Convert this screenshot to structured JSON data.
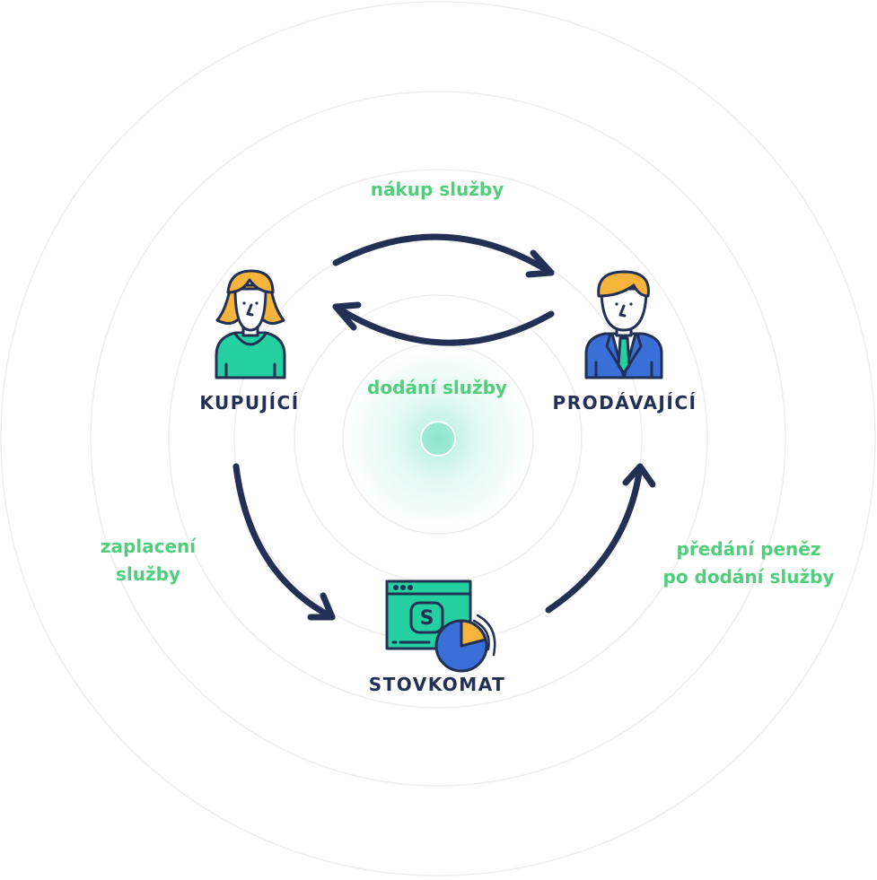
{
  "actors": {
    "buyer": {
      "label": "KUPUJÍCÍ",
      "icon": "woman-avatar-icon"
    },
    "seller": {
      "label": "PRODÁVAJÍCÍ",
      "icon": "businessman-avatar-icon"
    },
    "platform": {
      "label": "STOVKOMAT",
      "icon": "payment-window-icon",
      "glyph": "S"
    }
  },
  "flows": {
    "purchase": "nákup služby",
    "delivery": "dodání služby",
    "payment": [
      "zaplacení",
      "služby"
    ],
    "payout": [
      "předání peněz",
      "po dodání služby"
    ]
  },
  "colors": {
    "navy": "#233056",
    "green_text": "#4fce7b",
    "teal": "#24d0a0",
    "hair": "#f6b43c",
    "suit": "#3a6fd8",
    "ring": "#ededed"
  }
}
